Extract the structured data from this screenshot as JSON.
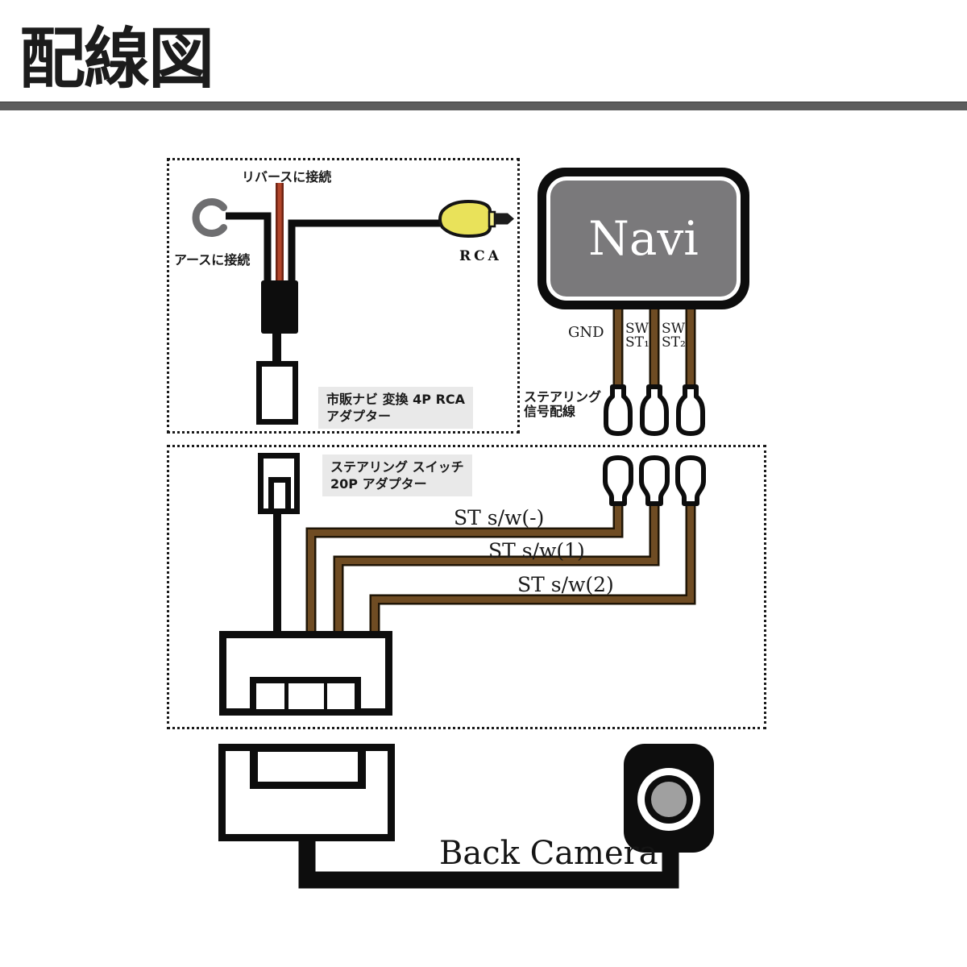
{
  "page": {
    "title": "配線図"
  },
  "rca_assembly": {
    "reverse_label": "リバースに接続",
    "ground_label": "アースに接続",
    "rca_label": "RCA",
    "adapter_label_line1": "市販ナビ 変換 4P RCA",
    "adapter_label_line2": "アダプター"
  },
  "navi": {
    "title": "Navi",
    "pin_gnd": "GND",
    "pin_sw1_line1": "SW",
    "pin_sw1_line2": "ST₁",
    "pin_sw2_line1": "SW",
    "pin_sw2_line2": "ST₂"
  },
  "steering": {
    "signal_label_line1": "ステアリング",
    "signal_label_line2": "信号配線",
    "adapter_label_line1": "ステアリング スイッチ",
    "adapter_label_line2": "20P アダプター",
    "wire_labels": [
      "ST s/w(-)",
      "ST s/w(1)",
      "ST s/w(2)"
    ]
  },
  "camera": {
    "label": "Back Camera"
  },
  "colors": {
    "divider_gray": "#5d5d5d",
    "wire_black": "#0d0d0d",
    "wire_brown": "#6f4c23",
    "wire_brown_edge": "#1f1506",
    "wire_red": "#b2452a",
    "wire_red_edge": "#6f2414",
    "rca_yellow": "#e9e25a",
    "navi_gray": "#7a797b",
    "lens_gray": "#a0a0a0",
    "ground_ring_gray": "#6e6e70",
    "label_bg": "#e9e9e9"
  }
}
